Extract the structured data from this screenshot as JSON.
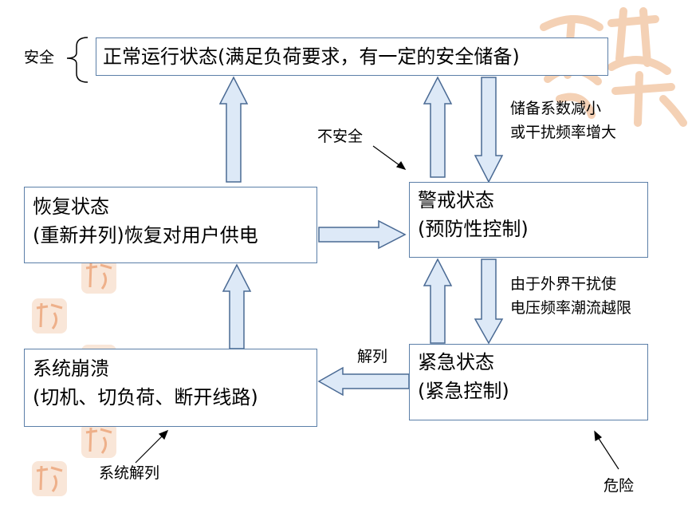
{
  "states": {
    "normal": "正常运行状态(满足负荷要求，有一定的安全储备)",
    "alert_title": "警戒状态",
    "alert_sub": "(预防性控制)",
    "restore_title": "恢复状态",
    "restore_sub": "(重新并列)恢复对用户供电",
    "emergency_title": "紧急状态",
    "emergency_sub": "(紧急控制)",
    "collapse_title": "系统崩溃",
    "collapse_sub": "(切机、切负荷、断开线路)"
  },
  "labels": {
    "safe": "安全",
    "unsafe": "不安全",
    "danger": "危险",
    "reserve_line1": "储备系数减小",
    "reserve_line2": "或干扰频率增大",
    "disturb_line1": "由于外界干扰使",
    "disturb_line2": "电压频率潮流越限",
    "split": "解列",
    "system_split": "系统解列"
  },
  "colors": {
    "box_border": "#5b7fa8",
    "arrow_fill": "#dde9f7",
    "arrow_stroke": "#4a6a94",
    "watermark": "#f3c9a9"
  }
}
